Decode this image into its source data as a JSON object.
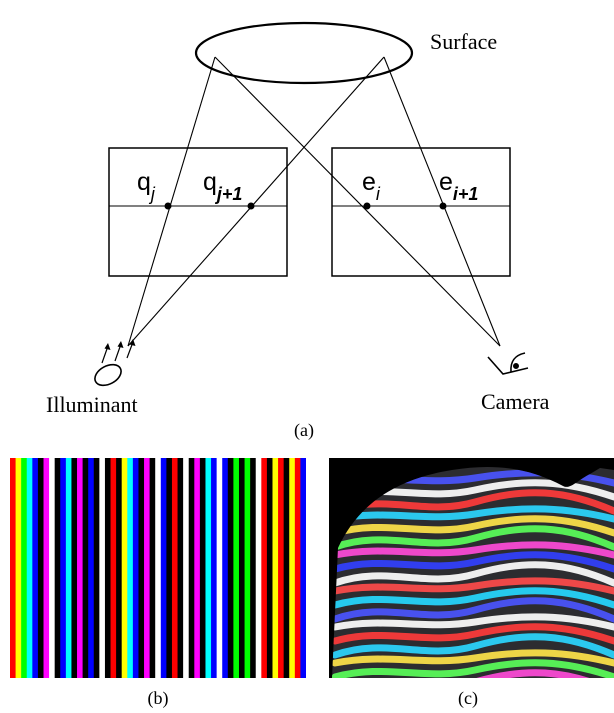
{
  "panel_a": {
    "surface_label": "Surface",
    "illuminant_label": "Illuminant",
    "camera_label": "Camera",
    "point_labels": {
      "q_j_base": "q",
      "q_j_sub": "j",
      "q_j1_base": "q",
      "q_j1_sub": "j+1",
      "e_i_base": "e",
      "e_i_sub": "i",
      "e_i1_base": "e",
      "e_i1_sub": "i+1"
    },
    "caption": "(a)"
  },
  "panel_b": {
    "caption": "(b)",
    "stripe_colors": [
      "#ff0000",
      "#ffff00",
      "#00ff00",
      "#00ffff",
      "#0000ff",
      "#000000",
      "#ff00ff",
      "#ffffff",
      "#000000",
      "#0000ff",
      "#00ffff",
      "#000000",
      "#ff00ff",
      "#000000",
      "#0000ff",
      "#000000",
      "#ffffff",
      "#000000",
      "#ff0000",
      "#000000",
      "#ffff00",
      "#00ffff",
      "#0000ff",
      "#000000",
      "#ff00ff",
      "#000000",
      "#ffffff",
      "#0000ff",
      "#000000",
      "#ff0000",
      "#000000",
      "#ffffff",
      "#000000",
      "#ff00ff",
      "#000000",
      "#00ffff",
      "#0000ff",
      "#ffffff",
      "#0000ff",
      "#000000",
      "#00ff00",
      "#000000",
      "#00ff00",
      "#000000",
      "#ffffff",
      "#ff0000",
      "#000000",
      "#ffff00",
      "#ff0000",
      "#000000",
      "#ffff00",
      "#ff0000",
      "#0000ff"
    ]
  },
  "panel_c": {
    "caption": "(c)",
    "stripe_colors": [
      "#4b55ff",
      "#ffffff",
      "#ff3b3b",
      "#2bd6ff",
      "#ffe44a",
      "#5aff5a",
      "#ff4bd9",
      "#3240ff",
      "#ffffff",
      "#ff4b4b",
      "#26d8ff"
    ]
  }
}
